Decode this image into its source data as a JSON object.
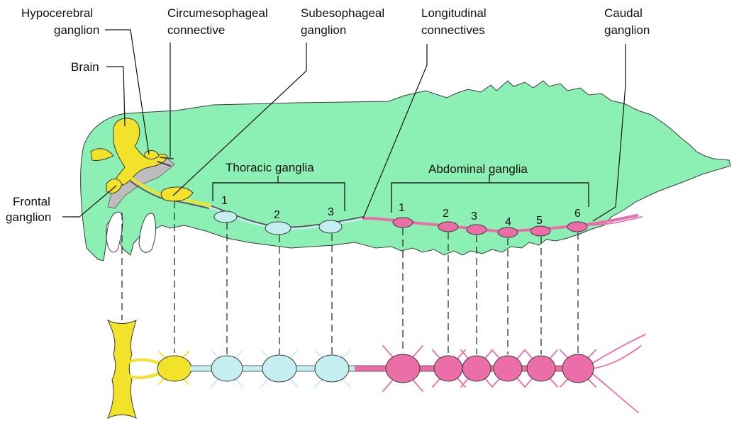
{
  "labels": {
    "hypocerebral_line1": "Hypocerebral",
    "hypocerebral_line2": "ganglion",
    "brain": "Brain",
    "circum_line1": "Circumesophageal",
    "circum_line2": "connective",
    "subeso_line1": "Subesophageal",
    "subeso_line2": "ganglion",
    "longit_line1": "Longitudinal",
    "longit_line2": "connectives",
    "caudal_line1": "Caudal",
    "caudal_line2": "ganglion",
    "frontal_line1": "Frontal",
    "frontal_line2": "ganglion",
    "thoracic": "Thoracic ganglia",
    "abdominal": "Abdominal ganglia"
  },
  "thoracic_numbers": [
    "1",
    "2",
    "3"
  ],
  "abdominal_numbers": [
    "1",
    "2",
    "3",
    "4",
    "5",
    "6"
  ],
  "colors": {
    "body": "#8cf0b4",
    "brain": "#f2e22a",
    "thoracic": "#c4eef0",
    "abdominal": "#ec6ea8",
    "ink": "#111111"
  }
}
